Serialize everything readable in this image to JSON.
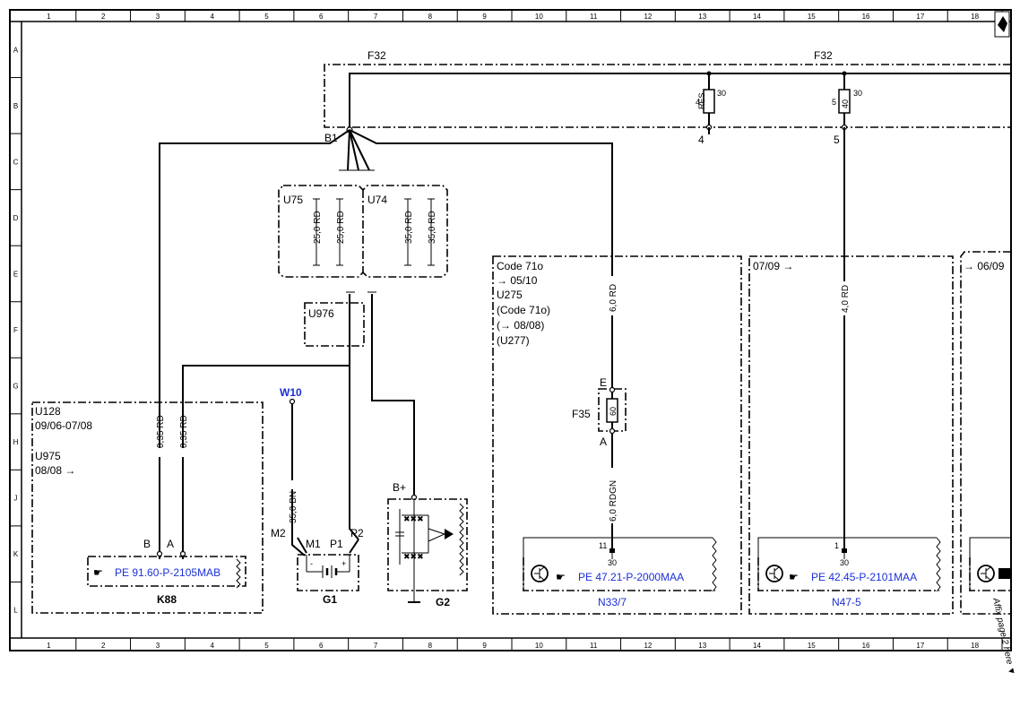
{
  "grid": {
    "columns": [
      "1",
      "2",
      "3",
      "4",
      "5",
      "6",
      "7",
      "8",
      "9",
      "10",
      "11",
      "12",
      "13",
      "14",
      "15",
      "16",
      "17",
      "18"
    ],
    "rows": [
      "A",
      "B",
      "C",
      "D",
      "E",
      "F",
      "G",
      "H",
      "J",
      "K",
      "L"
    ]
  },
  "bus": {
    "left_label": "F32",
    "right_label": "F32",
    "node": "B1"
  },
  "fuses": [
    {
      "id": "f4",
      "rating": "RES",
      "pin_left": "4",
      "pin_right": "30",
      "terminal": "4"
    },
    {
      "id": "f5",
      "rating": "40",
      "pin_left": "5",
      "pin_right": "30",
      "terminal": "5"
    }
  ],
  "boxes": {
    "u75": {
      "label": "U75",
      "wires": [
        "25,0 RD",
        "25,0 RD"
      ]
    },
    "u74": {
      "label": "U74",
      "wires": [
        "35,0 RD",
        "35,0 RD"
      ]
    },
    "u976": {
      "label": "U976"
    }
  },
  "k88": {
    "variant_lines": [
      "U128",
      "09/06-07/08",
      "U975",
      "08/08 →"
    ],
    "wires": [
      "0,35 RD",
      "0,35 RD"
    ],
    "pins": [
      "B",
      "A"
    ],
    "link": "PE 91.60-P-2105MAB",
    "name": "K88"
  },
  "g1": {
    "wire_label": "W10",
    "wire": "35,0 BN",
    "pins": [
      "M2",
      "M1",
      "P1",
      "P2"
    ],
    "name": "G1"
  },
  "g2": {
    "pin": "B+",
    "name": "G2"
  },
  "n33": {
    "variant_lines": [
      "Code 71o",
      "→ 05/10",
      "U275",
      "(Code 71o)",
      "(→ 08/08)",
      "(U277)"
    ],
    "wire_top": "6,0 RD",
    "fuse_name": "F35",
    "fuse_rating": "60",
    "fuse_pins": [
      "E",
      "A"
    ],
    "wire_bottom": "6,0 RDGN",
    "pin_top": "11",
    "pin_bottom": "30",
    "link": "PE 47.21-P-2000MAA",
    "name": "N33/7"
  },
  "n47": {
    "variant_lines": [
      "07/09 →"
    ],
    "wire": "4,0 RD",
    "pin_top": "1",
    "pin_bottom": "30",
    "link": "PE 42.45-P-2101MAA",
    "name": "N47-5"
  },
  "right_partial": {
    "variant": "→ 06/09"
  },
  "affix_note": "Affix page 2 here ▼",
  "colors": {
    "link": "#1a2fd6",
    "line": "#000000"
  }
}
